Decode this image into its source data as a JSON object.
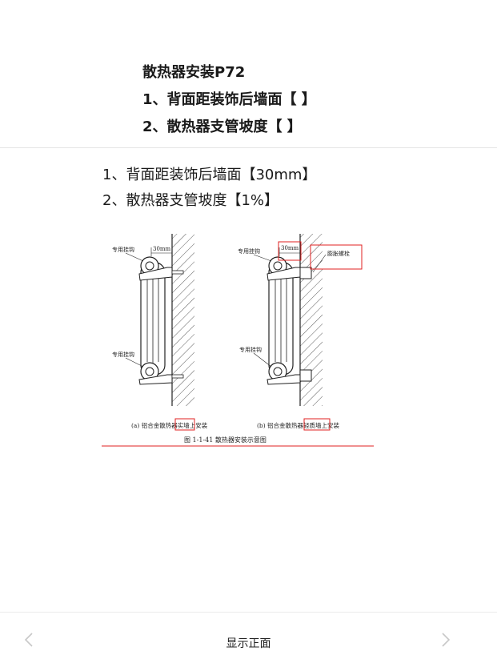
{
  "question": {
    "title": "散热器安装P72",
    "line1": "1、背面距装饰后墙面【 】",
    "line2": "2、散热器支管坡度【 】"
  },
  "answer": {
    "line1": "1、背面距装饰后墙面【30mm】",
    "line2": "2、散热器支管坡度【1%】"
  },
  "figure": {
    "left": {
      "hook_top": "专用挂钩",
      "hook_bottom": "专用挂钩",
      "dimension": "30mm",
      "caption_before": "(a) 铝合金散热器",
      "caption_highlight": "实墙",
      "caption_after": "上安装"
    },
    "right": {
      "hook_top": "专用挂钩",
      "hook_bottom": "专用挂钩",
      "dimension": "30mm",
      "bolt_label": "膨胀螺栓",
      "caption_before": "(b) 铝合金散热器",
      "caption_highlight": "轻质墙",
      "caption_after": "上安装"
    },
    "figure_caption": "图 1-1-41    散热器安装示意图"
  },
  "footer": {
    "flip_label": "显示正面"
  },
  "colors": {
    "highlight": "#e02020",
    "nav_arrow": "#c8c8c8"
  },
  "icons": {
    "prev": "chevron-left-icon",
    "next": "chevron-right-icon"
  }
}
